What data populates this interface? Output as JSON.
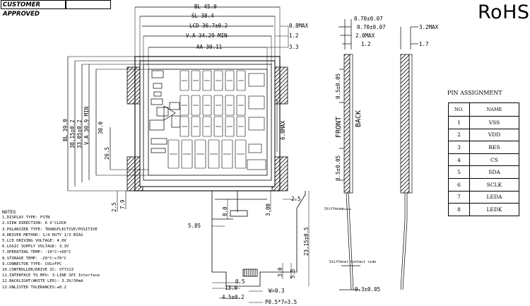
{
  "header": {
    "approval_label": "CUSTOMER APPROVED",
    "rohs": "RoHS"
  },
  "dimensions": {
    "bl_width": "BL 45.0",
    "sl_width": "SL 38.4",
    "lcd_width": "LCD 36.7±0.2",
    "va_width": "V.A 34.29 MIN",
    "aa_width": "AA 30.11",
    "bl_height": "BL 39.0",
    "lcd_height": "38.15±0.2",
    "sl_height": "33.05±0.2",
    "va_height": "V.A 30.9 MIN",
    "aa_height": "30.0",
    "d_0_8max": "0.8MAX",
    "d_1_2": "1.2",
    "d_3_3": "3.3",
    "d_6_0max": "6.0MAX",
    "d_26_5": "26.5",
    "d_2_5_left": "2.5",
    "d_7_9": "7.9",
    "d_8_0": "8.0",
    "d_2_5_right": "2.5",
    "d_5_85": "5.85",
    "d_3_0_upper": "3.00",
    "d_23_15": "23.15±0.5",
    "d_3_0": "3.0",
    "d_5_5": "5.5",
    "d_0_5": "0.5",
    "d_13_0": "13.0",
    "d_4_5": "4.5±0.2",
    "d_w_0_3": "W=0.3",
    "d_pitch": "P0.5*7=3.5"
  },
  "side_view": {
    "d_top_a": "0.70±0.07",
    "d_top_b": "0.70±0.07",
    "d_2_0max": "2.0MAX",
    "d_1_2": "1.2",
    "d_0_5_top": "0.5±0.05",
    "d_0_5_bottom": "0.5±0.05",
    "front_label": "FRONT",
    "back_label": "BACK",
    "d_0_3": "0.3±0.05",
    "stiffener_label": "Stiffener",
    "contact_side_label": "Contact side",
    "stiffener_label_2": "Stiffener"
  },
  "side_view_2": {
    "d_3_2max": "3.2MAX",
    "d_1_7": "1.7"
  },
  "notes": {
    "title": "NOTES",
    "items": [
      "1.DISPLAY TYPE: FSTN",
      "2.VIEW DIRECTION: 6 O'CLOCK",
      "3.POLARIZER TYPE: TRANSFLECTIVE/POSITIVE",
      "4.DRIVER METHOD: 1/4 DUTY 1/3 BIAS",
      "5.LCD DRIVING VOLTAGE: 4.0V",
      "6.LOGIC SUPPLY VOLTAGE: 3.3V",
      "7.OPERATING TEMP: -10°C~+60°C",
      "8.STORAGE TEMP: -20°C~+70°C",
      "9.CONNECTOR TYPE: COG+FPC",
      "10.CONTROLLER/DRIVE IC: ST7213",
      "11.INTERFACE TO MPU: 3-LINE SPI Interface",
      "12.BACKLIGHT(WHITE LED): 3.3V/30mA",
      "13.UNLISTED TOLERANCES:±0.2"
    ]
  },
  "pin_assignment": {
    "title": "PIN ASSIGNMENT",
    "headers": [
      "NO.",
      "NAME"
    ],
    "rows": [
      [
        "1",
        "VSS"
      ],
      [
        "2",
        "VDD"
      ],
      [
        "3",
        "RES"
      ],
      [
        "4",
        "CS"
      ],
      [
        "5",
        "SDA"
      ],
      [
        "6",
        "SCLK"
      ],
      [
        "7",
        "LEDA"
      ],
      [
        "8",
        "LEDK"
      ]
    ]
  },
  "colors": {
    "line": "#000000",
    "hatch": "#000000",
    "segment_fill": "#ffffff"
  }
}
